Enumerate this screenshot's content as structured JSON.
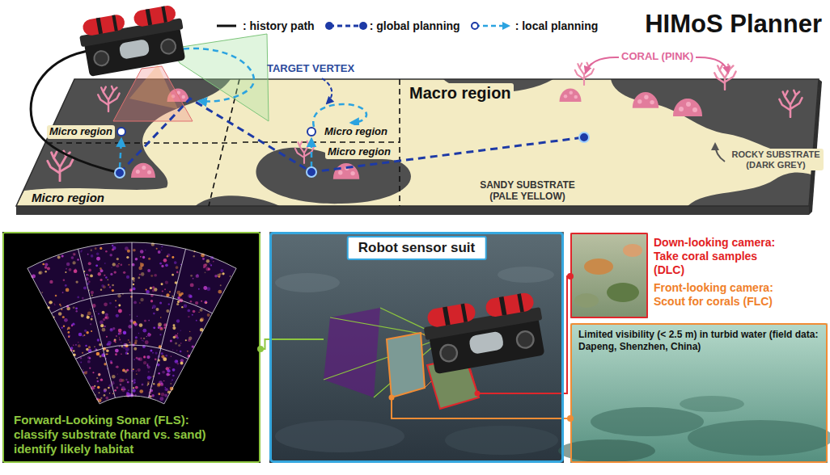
{
  "diagram": {
    "title": "HIMoS Planner",
    "nodes": [
      {
        "text": [
          "Forward-Looking Sonar (FLS): classify substrate (hard vs. sand) identify likely habitat"
        ]
      },
      {
        "text": [
          "Robot sensor suit"
        ]
      },
      {
        "text": [
          "Down-looking camera: Take coral samples (DLC)"
        ]
      },
      {
        "text": [
          "Front-looking camera: Scout for corals (FLC)",
          "Limited visibility (< 2.5 m) in turbid water (field data: Dapeng, Shenzhen, China)"
        ]
      }
    ],
    "edges": [
      {
        "from": 1,
        "to": 0,
        "arrow": "none"
      },
      {
        "from": 1,
        "to": 2,
        "arrow": "none"
      },
      {
        "from": 1,
        "to": 3,
        "arrow": "none"
      }
    ],
    "labels": [
      "CORAL (PINK)",
      "TARGET VERTEX",
      "Micro region",
      "Micro region",
      "Macro region",
      "Micro region",
      "Micro region",
      "ROCKY SUBSTRATE (DARK GREY)",
      "SANDY SUBSTRATE (PALE YELLOW)"
    ],
    "legend": [
      {
        "text": ": history path"
      },
      {
        "text": ": global planning"
      },
      {
        "text": ": local planning"
      }
    ]
  }
}
